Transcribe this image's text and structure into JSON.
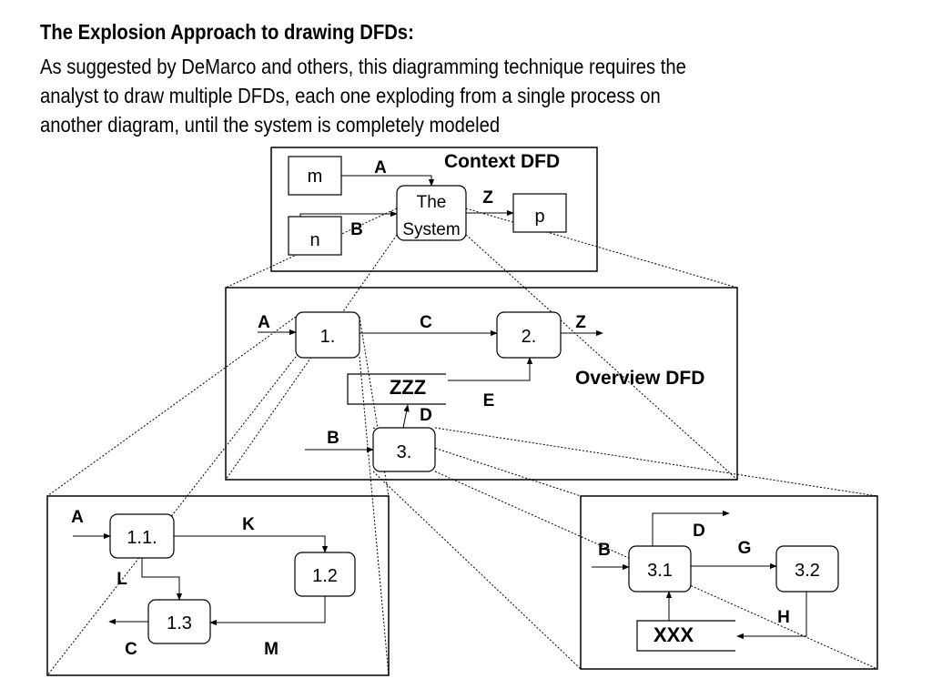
{
  "heading": "The Explosion Approach to drawing DFDs:",
  "paragraph_lines": [
    "As suggested by DeMarco and others, this diagramming technique requires the",
    "analyst to draw multiple DFDs, each one exploding from a single process on",
    "another diagram, until the system is completely modeled"
  ],
  "context": {
    "title": "Context DFD",
    "entities": {
      "m": "m",
      "n": "n",
      "p": "p"
    },
    "process_line1": "The",
    "process_line2": "System",
    "flows": {
      "a": "A",
      "b": "B",
      "z": "Z"
    }
  },
  "overview": {
    "title": "Overview DFD",
    "processes": {
      "p1": "1.",
      "p2": "2.",
      "p3": "3."
    },
    "store": "ZZZ",
    "flows": {
      "a": "A",
      "b": "B",
      "c": "C",
      "d": "D",
      "e": "E",
      "z": "Z"
    }
  },
  "detail1": {
    "processes": {
      "p11": "1.1.",
      "p12": "1.2",
      "p13": "1.3"
    },
    "flows": {
      "a": "A",
      "k": "K",
      "l": "L",
      "m": "M",
      "c": "C"
    }
  },
  "detail3": {
    "processes": {
      "p31": "3.1",
      "p32": "3.2"
    },
    "store": "XXX",
    "flows": {
      "b": "B",
      "d": "D",
      "g": "G",
      "h": "H"
    }
  }
}
